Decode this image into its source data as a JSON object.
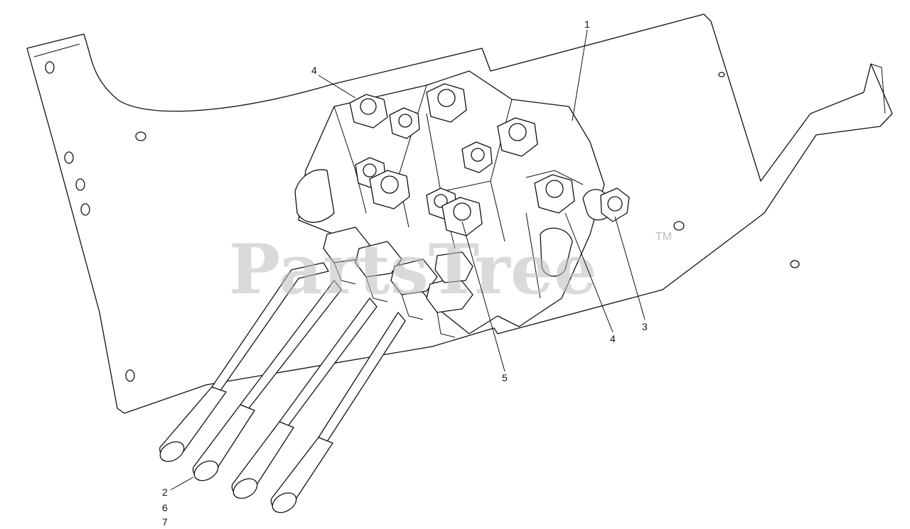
{
  "diagram": {
    "watermark": "PartsTree",
    "trademark": "TM",
    "callouts": [
      {
        "id": "1",
        "text": "1"
      },
      {
        "id": "4a",
        "text": "4"
      },
      {
        "id": "3",
        "text": "3"
      },
      {
        "id": "4b",
        "text": "4"
      },
      {
        "id": "5",
        "text": "5"
      },
      {
        "id": "2",
        "text": "2"
      },
      {
        "id": "6",
        "text": "6"
      },
      {
        "id": "7",
        "text": "7"
      }
    ]
  }
}
